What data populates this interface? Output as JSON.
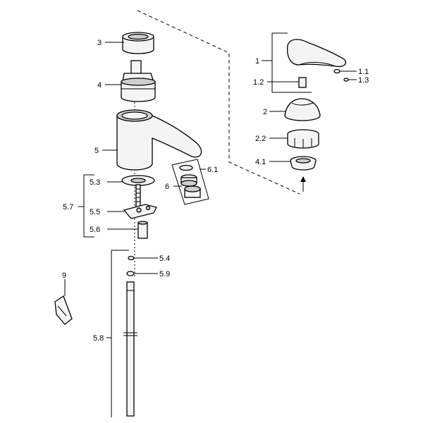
{
  "labels": {
    "l3": "3",
    "l4": "4",
    "l5": "5",
    "l6": "6",
    "l6_1": "6.1",
    "l5_3": "5.3",
    "l5_7": "5.7",
    "l5_5": "5.5",
    "l5_6": "5.6",
    "l5_4": "5.4",
    "l5_9": "5.9",
    "l9": "9",
    "l5_8": "5.8",
    "l1": "1",
    "l1_1": "1.1",
    "l1_2": "1.2",
    "l1_3": "1.3",
    "l2": "2",
    "l2_2": "2.2",
    "l4_1": "4.1"
  }
}
